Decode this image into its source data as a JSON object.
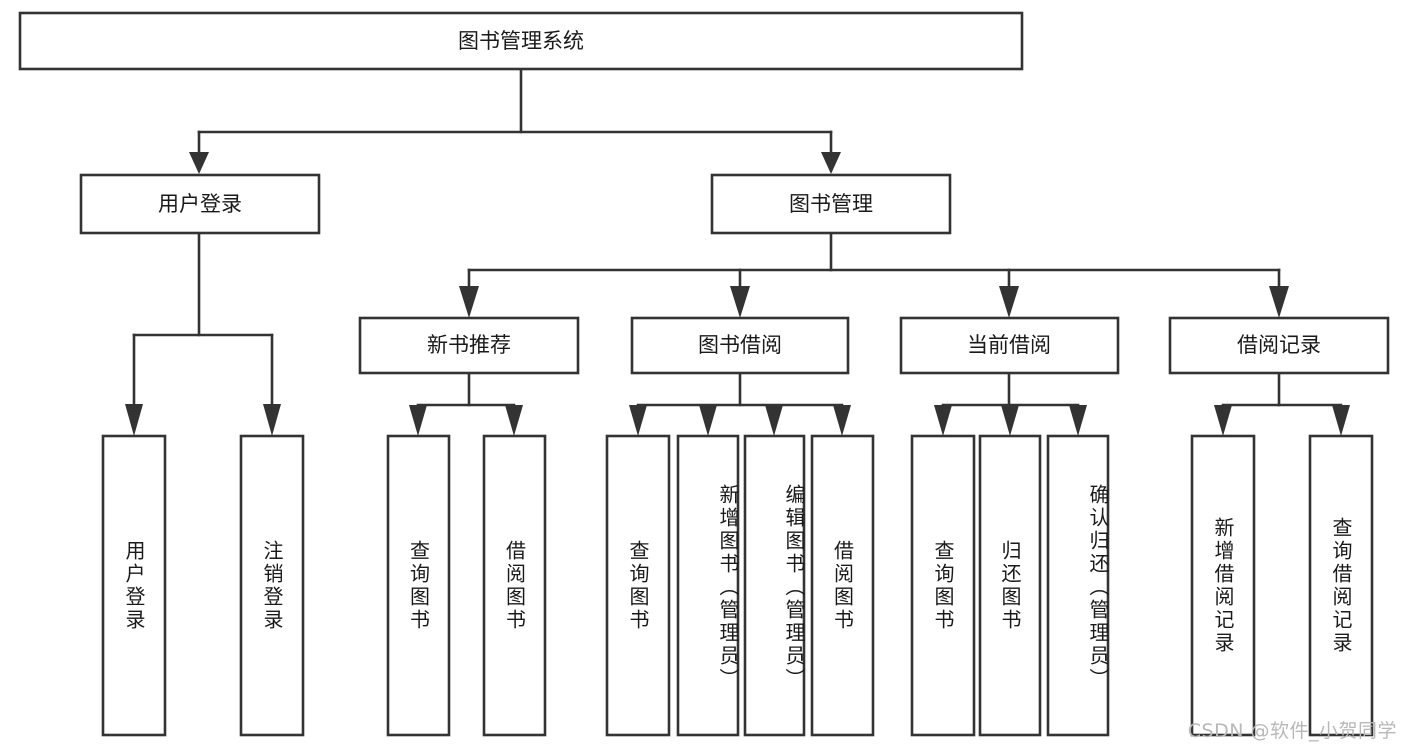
{
  "diagram": {
    "type": "tree-hierarchy-flowchart",
    "title": "图书管理系统",
    "watermark": "CSDN @软件_小贺同学",
    "colors": {
      "box_stroke": "#333333",
      "box_fill": "#ffffff",
      "text": "#1a1a1a",
      "background": "#ffffff",
      "watermark": "#b8b8b8"
    },
    "root": {
      "label": "图书管理系统"
    },
    "level2": [
      {
        "label": "用户登录"
      },
      {
        "label": "图书管理"
      }
    ],
    "level3": [
      {
        "label": "新书推荐"
      },
      {
        "label": "图书借阅"
      },
      {
        "label": "当前借阅"
      },
      {
        "label": "借阅记录"
      }
    ],
    "groups": [
      {
        "parent": "用户登录",
        "leaves": [
          {
            "label": "用户登录"
          },
          {
            "label": "注销登录"
          }
        ]
      },
      {
        "parent": "新书推荐",
        "leaves": [
          {
            "label": "查询图书"
          },
          {
            "label": "借阅图书"
          }
        ]
      },
      {
        "parent": "图书借阅",
        "leaves": [
          {
            "label": "查询图书"
          },
          {
            "label": "新增图书（管理员）"
          },
          {
            "label": "编辑图书（管理员）"
          },
          {
            "label": "借阅图书"
          }
        ]
      },
      {
        "parent": "当前借阅",
        "leaves": [
          {
            "label": "查询图书"
          },
          {
            "label": "归还图书"
          },
          {
            "label": "确认归还（管理员）"
          }
        ]
      },
      {
        "parent": "借阅记录",
        "leaves": [
          {
            "label": "新增借阅记录"
          },
          {
            "label": "查询借阅记录"
          }
        ]
      }
    ]
  }
}
